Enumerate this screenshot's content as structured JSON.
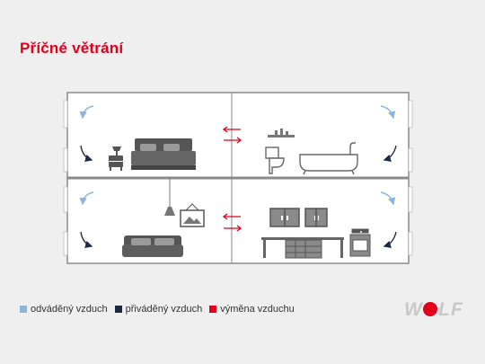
{
  "title": "Příčné větrání",
  "legend": [
    {
      "label": "odváděný vzduch",
      "color": "#8fb4d9"
    },
    {
      "label": "přiváděný vzduch",
      "color": "#1e2a44"
    },
    {
      "label": "výměna vzduchu",
      "color": "#e2001a"
    }
  ],
  "logo": {
    "text": "WOLF",
    "color": "#c8c8c8",
    "accent": "#e2001a"
  },
  "colors": {
    "walls": "#8a8a8a",
    "room_fill": "#ffffff",
    "furniture": "#555555",
    "exhaust_arrow": "#8fb4d9",
    "supply_arrow": "#1e2a44",
    "exchange_arrow": "#e2001a"
  },
  "icons": [
    "bed-icon",
    "nightstand-lamp-icon",
    "bathtub-icon",
    "toilet-icon",
    "shelf-icon",
    "sofa-icon",
    "pendant-lamp-icon",
    "picture-frame-icon",
    "kitchen-cabinets-icon",
    "kitchen-counter-icon",
    "stove-icon"
  ]
}
